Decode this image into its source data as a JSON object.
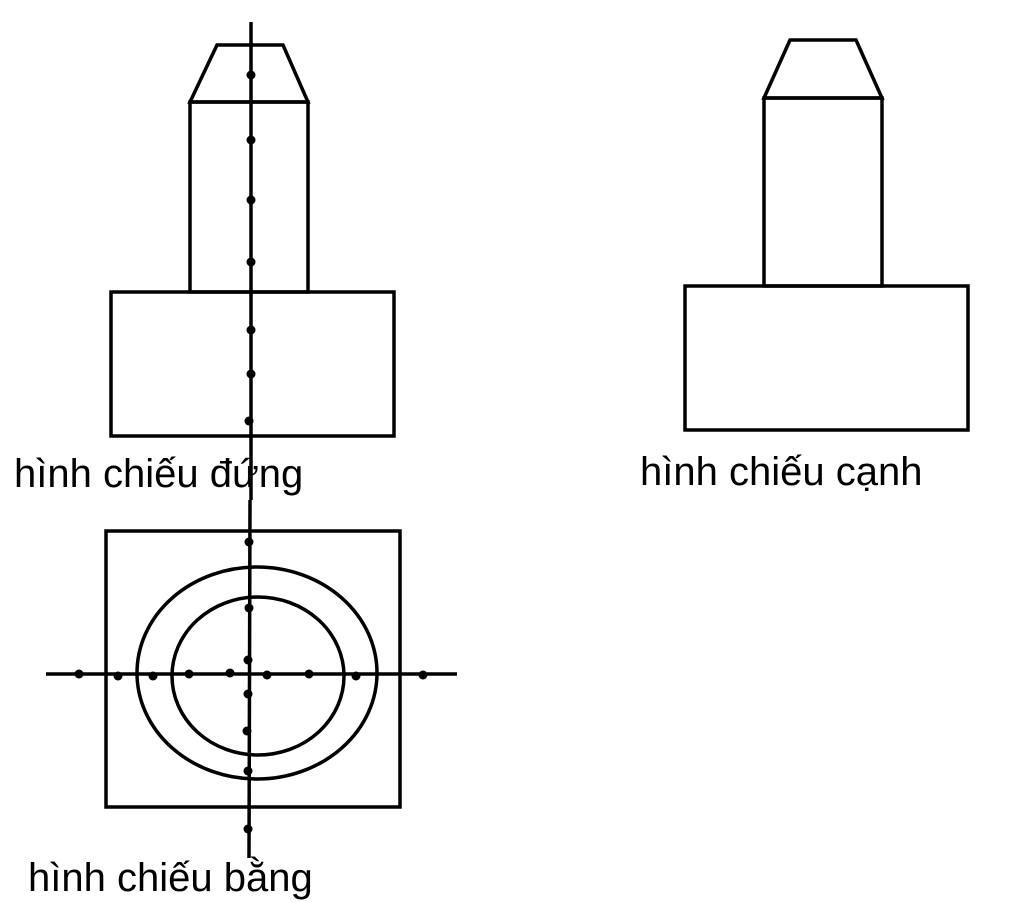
{
  "labels": {
    "front_view": "hình chiếu đứng",
    "side_view": "hình chiếu cạnh",
    "top_view": "hình chiếu bằng"
  },
  "colors": {
    "line": "#000000",
    "background": "#ffffff"
  }
}
